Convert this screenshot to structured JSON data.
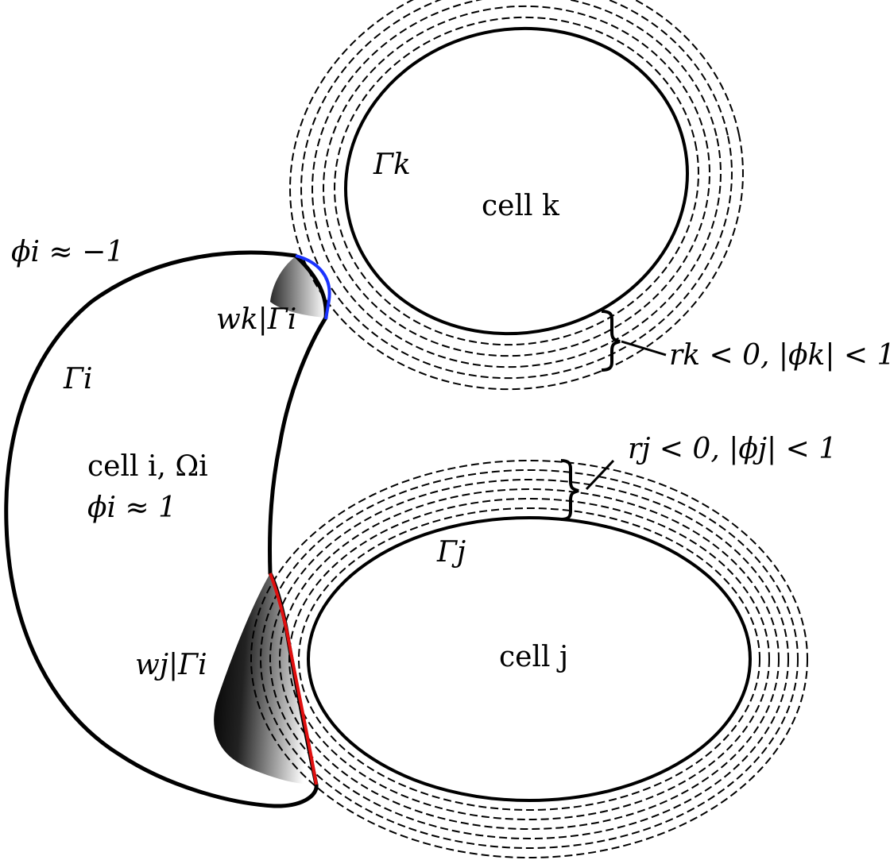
{
  "labels": {
    "phi_outside": "ϕi ≈ −1",
    "gamma_k": "Γk",
    "cell_k": "cell k",
    "wk_gamma_i": "wk|Γi",
    "rk_condition": "rk < 0, |ϕk| < 1",
    "gamma_i": "Γi",
    "cell_i": "cell i, Ωi",
    "phi_inside": "ϕi ≈ 1",
    "rj_condition": "rj < 0, |ϕj| < 1",
    "gamma_j": "Γj",
    "cell_j": "cell j",
    "wj_gamma_i": "wj|Γi"
  },
  "colors": {
    "outline": "#000000",
    "contact_k": "#1a33ff",
    "contact_j": "#e01010",
    "shade_dark": "#000000",
    "shade_light": "#ffffff"
  }
}
